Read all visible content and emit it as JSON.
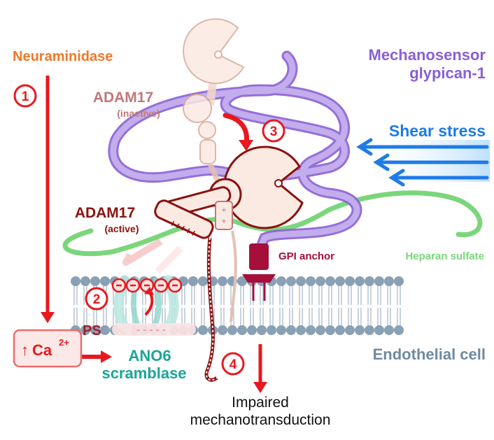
{
  "labels": {
    "neuraminidase": "Neuraminidase",
    "mechanosensor_line1": "Mechanosensor",
    "mechanosensor_line2": "glypican-1",
    "adam17_inactive": "ADAM17",
    "inactive": "(inactive)",
    "adam17_active": "ADAM17",
    "active": "(active)",
    "shear_stress": "Shear stress",
    "gpi_anchor": "GPI anchor",
    "heparan_sulfate": "Heparan sulfate",
    "ps": "PS",
    "ca": "Ca",
    "ca_charge": "2+",
    "ca_up_arrow": "↑",
    "ano6": "ANO6",
    "scramblase": "scramblase",
    "endothelial_cell": "Endothelial cell",
    "impaired_line1": "Impaired",
    "impaired_line2": "mechanotransduction",
    "step1": "1",
    "step2": "2",
    "step3": "3",
    "step4": "4",
    "plus_signs": "+++++",
    "minus_dash": "- - - - -"
  },
  "colors": {
    "neuraminidase": "#f07828",
    "mechanosensor": "#8a5fd4",
    "adam17_inactive": "#c0787a",
    "adam17_active": "#8c1010",
    "shear": "#1e7be6",
    "gpi": "#a50f3a",
    "heparan": "#7bd67b",
    "step": "#e8181e",
    "ano6": "#1aa59a",
    "endothelial": "#6f8aa0",
    "membrane": "#8aa0b4"
  }
}
